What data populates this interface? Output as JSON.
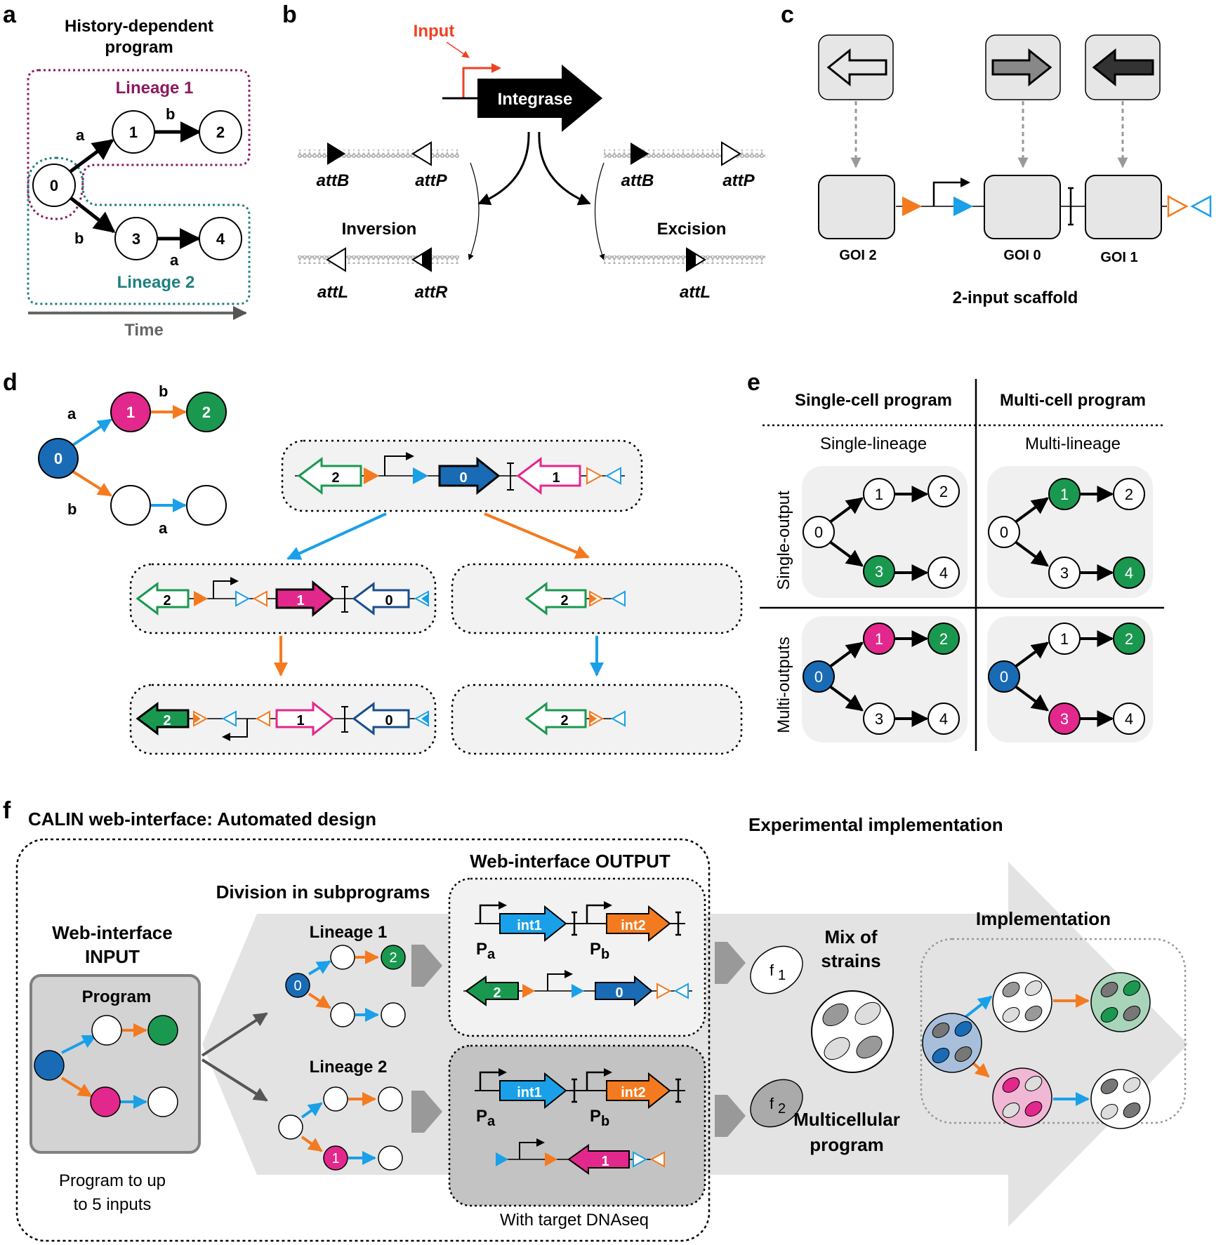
{
  "panels": {
    "a": "a",
    "b": "b",
    "c": "c",
    "d": "d",
    "e": "e",
    "f": "f"
  },
  "a": {
    "title1": "History-dependent",
    "title2": "program",
    "lineage1": "Lineage 1",
    "lineage2": "Lineage 2",
    "time": "Time",
    "nodes": [
      "0",
      "1",
      "2",
      "3",
      "4"
    ],
    "edge_a": "a",
    "edge_b": "b"
  },
  "b": {
    "input": "Input",
    "integrase": "Integrase",
    "attB": "attB",
    "attP": "attP",
    "attL": "attL",
    "attR": "attR",
    "inversion": "Inversion",
    "excision": "Excision"
  },
  "c": {
    "goi2": "GOI 2",
    "goi0": "GOI 0",
    "goi1": "GOI 1",
    "scaffold": "2-input scaffold"
  },
  "d": {
    "nodes": [
      "0",
      "1",
      "2"
    ],
    "edge_a": "a",
    "edge_b": "b",
    "gene_labels": [
      "2",
      "0",
      "1"
    ]
  },
  "e": {
    "col1": "Single-cell program",
    "col2": "Multi-cell program",
    "sub1": "Single-lineage",
    "sub2": "Multi-lineage",
    "row1": "Single-output",
    "row2": "Multi-outputs",
    "nodes": [
      "0",
      "1",
      "2",
      "3",
      "4"
    ]
  },
  "f": {
    "title_left": "CALIN web-interface: Automated design",
    "title_right": "Experimental implementation",
    "web_output": "Web-interface OUTPUT",
    "division": "Division in subprograms",
    "web_input1": "Web-interface",
    "web_input2": "INPUT",
    "program": "Program",
    "program_note1": "Program to up",
    "program_note2": "to 5 inputs",
    "lineage1": "Lineage 1",
    "lineage2": "Lineage 2",
    "int1": "int1",
    "int2": "int2",
    "pa": "P",
    "pa_sub": "a",
    "pb": "P",
    "pb_sub": "b",
    "target": "With target DNAseq",
    "f1": "f",
    "f1_sub": "1",
    "f2": "f",
    "f2_sub": "2",
    "mix1": "Mix of",
    "mix2": "strains",
    "multi1": "Multicellular",
    "multi2": "program",
    "implementation": "Implementation",
    "node0": "0",
    "node1": "1",
    "node2": "2"
  },
  "colors": {
    "blue": "#1a6bb5",
    "magenta": "#e2288c",
    "green": "#1a9850",
    "cyan": "#1aa0e8",
    "orange": "#f47a20",
    "purple": "#8b1a5e",
    "teal": "#1f7f7f",
    "red": "#ef4123"
  }
}
